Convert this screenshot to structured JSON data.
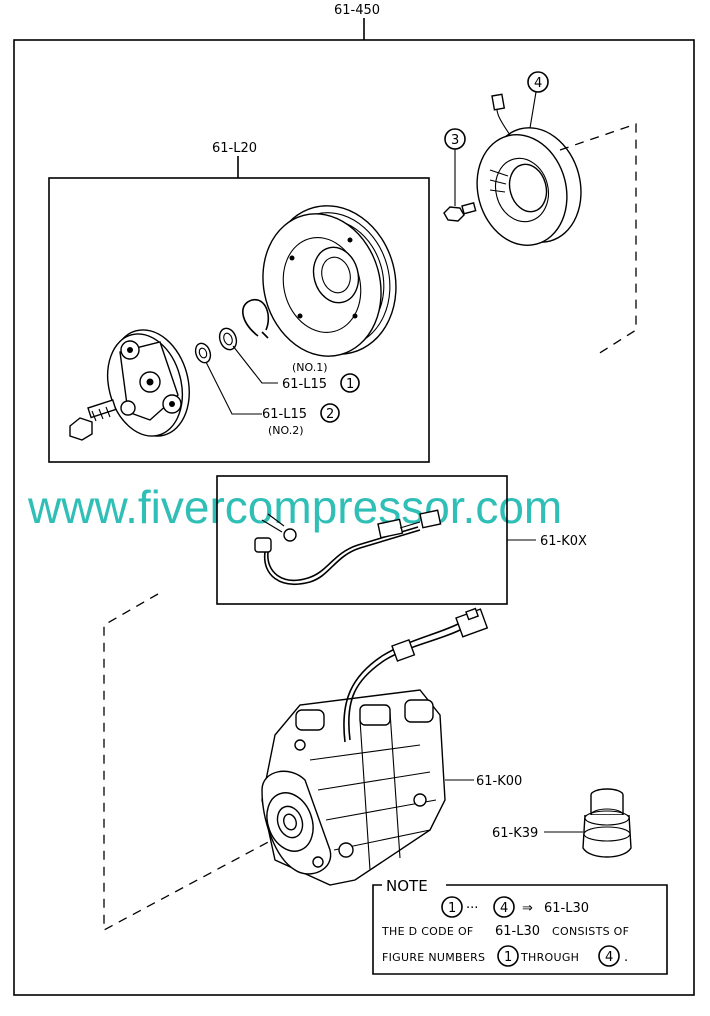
{
  "labels": {
    "top": "61-450",
    "pulley_group": "61-L20",
    "shim1_no": "(NO.1)",
    "shim1": "61-L15",
    "shim1_fig": "1",
    "shim2": "61-L15",
    "shim2_fig": "2",
    "shim2_no": "(NO.2)",
    "fig3": "3",
    "fig4": "4",
    "harness": "61-K0X",
    "compressor": "61-K00",
    "fitting": "61-K39"
  },
  "watermark": "www.fivercompressor.com",
  "note": {
    "heading": "NOTE",
    "fig_from": "1",
    "ellipsis": "···",
    "fig_to": "4",
    "arrow": "⇒",
    "assembly": "61-L30",
    "line2_a": "THE D CODE OF",
    "line2_code": "61-L30",
    "line2_b": "CONSISTS OF",
    "line3_a": "FIGURE NUMBERS",
    "line3_fig_from": "1",
    "line3_b": "THROUGH",
    "line3_fig_to": "4",
    "line3_end": "."
  }
}
